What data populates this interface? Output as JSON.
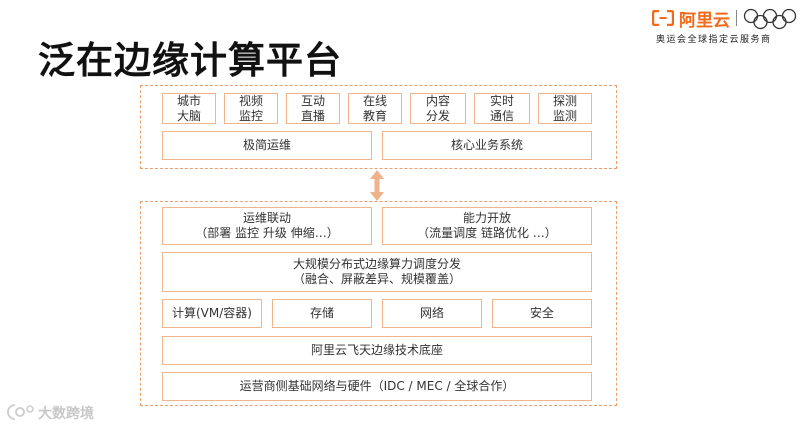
{
  "title": "泛在边缘计算平台",
  "brand": {
    "name": "阿里云",
    "tagline": "奥运会全球指定云服务商",
    "logo_icon": "aliyun-logo-icon",
    "rings_icon": "olympic-rings-icon",
    "accent_color": "#f26a1b"
  },
  "apps": [
    {
      "line1": "城市",
      "line2": "大脑"
    },
    {
      "line1": "视频",
      "line2": "监控"
    },
    {
      "line1": "互动",
      "line2": "直播"
    },
    {
      "line1": "在线",
      "line2": "教育"
    },
    {
      "line1": "内容",
      "line2": "分发"
    },
    {
      "line1": "实时",
      "line2": "通信"
    },
    {
      "line1": "探测",
      "line2": "监测"
    }
  ],
  "top_row": {
    "simple_ops": "极简运维",
    "core_business": "核心业务系统"
  },
  "arrow_icon": "double-arrow-vertical-icon",
  "ops_link": {
    "line1": "运维联动",
    "line2": "（部署  监控  升级  伸缩…）"
  },
  "capability_open": {
    "line1": "能力开放",
    "line2": "（流量调度  链路优化  …）"
  },
  "scheduling": {
    "line1": "大规模分布式边缘算力调度分发",
    "line2": "（融合、屏蔽差异、规模覆盖）"
  },
  "resources": {
    "compute": "计算(VM/容器)",
    "storage": "存储",
    "network": "网络",
    "security": "安全"
  },
  "base_tech": "阿里云飞天边缘技术底座",
  "infra": "运营商侧基础网络与硬件（IDC / MEC / 全球合作）",
  "watermark": {
    "text": "大数跨境",
    "icon": "watermark-logo-icon"
  }
}
